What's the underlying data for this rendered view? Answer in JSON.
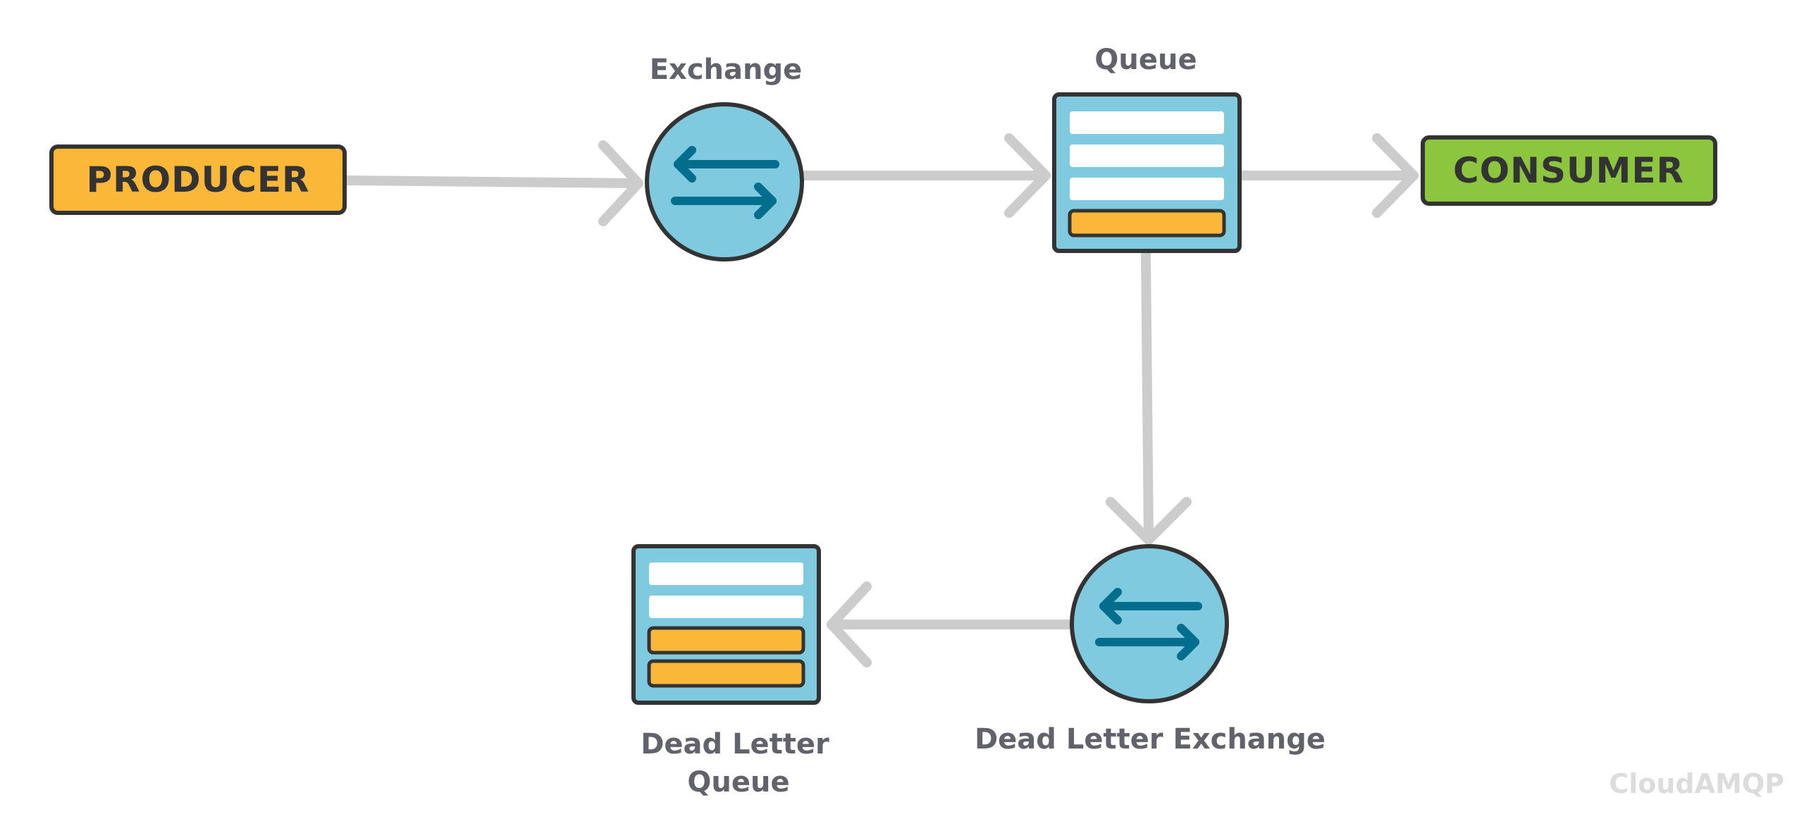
{
  "nodes": {
    "producer": {
      "label": "PRODUCER"
    },
    "exchange": {
      "label": "Exchange"
    },
    "queue": {
      "label": "Queue"
    },
    "consumer": {
      "label": "CONSUMER"
    },
    "dead_letter_exchange": {
      "label": "Dead Letter Exchange"
    },
    "dead_letter_queue": {
      "label_line1": "Dead Letter",
      "label_line2": "Queue"
    }
  },
  "brand": "CloudAMQP",
  "colors": {
    "producer_fill": "#fbb738",
    "consumer_fill": "#8cc63f",
    "node_fill": "#80cae0",
    "arrow_icon": "#006e8c",
    "connector": "#cccccc",
    "outline": "#333333",
    "message_slot": "#ffffff",
    "dead_message": "#fbb738"
  },
  "icons": {
    "exchange": "swap-arrows-icon",
    "dead_letter_exchange": "swap-arrows-icon"
  }
}
